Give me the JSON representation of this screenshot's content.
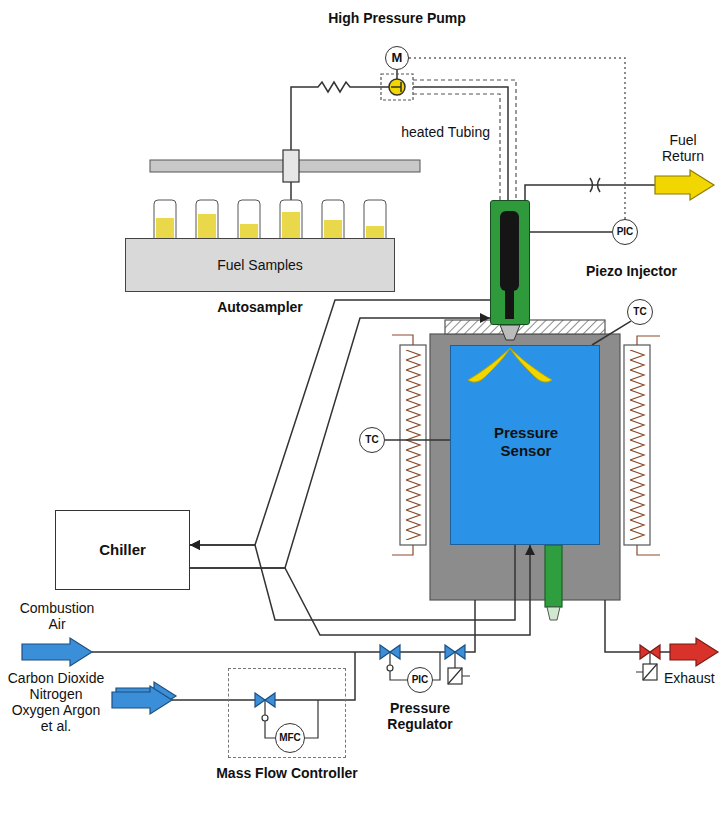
{
  "diagram": {
    "nodes": [
      {
        "text": [
          "M"
        ]
      },
      {
        "text": [
          "Fuel Samples",
          "Autosampler"
        ]
      },
      {
        "text": [
          "PIC"
        ]
      },
      {
        "text": [
          "Piezo Injector"
        ]
      },
      {
        "text": [
          "TC"
        ]
      },
      {
        "text": [
          "TC"
        ]
      },
      {
        "text": [
          "Pressure Sensor"
        ]
      },
      {
        "text": [
          "Chiller"
        ]
      },
      {
        "text": [
          "PIC"
        ]
      },
      {
        "text": [
          "Mass Flow Controller"
        ]
      },
      {
        "text": [
          "MFC"
        ],
        "in": 9
      }
    ],
    "edges": [
      {
        "from": 0,
        "to": 2,
        "arrow": "none"
      },
      {
        "from": 3,
        "to": 7,
        "arrow": "to"
      },
      {
        "from": 6,
        "to": 7,
        "arrow": "to"
      },
      {
        "from": 7,
        "to": 3,
        "arrow": "to"
      },
      {
        "from": 7,
        "to": 6,
        "arrow": "to"
      },
      {
        "from": 4,
        "to": 6,
        "arrow": "none"
      },
      {
        "from": 5,
        "to": 6,
        "arrow": "none"
      }
    ],
    "labels": [
      "High Pressure Pump",
      "heated Tubing",
      "Fuel Return",
      "Combustion Air",
      "Carbon Dioxide Nitrogen Oxygen Argon et al.",
      "Pressure Regulator",
      "Exhaust"
    ]
  }
}
